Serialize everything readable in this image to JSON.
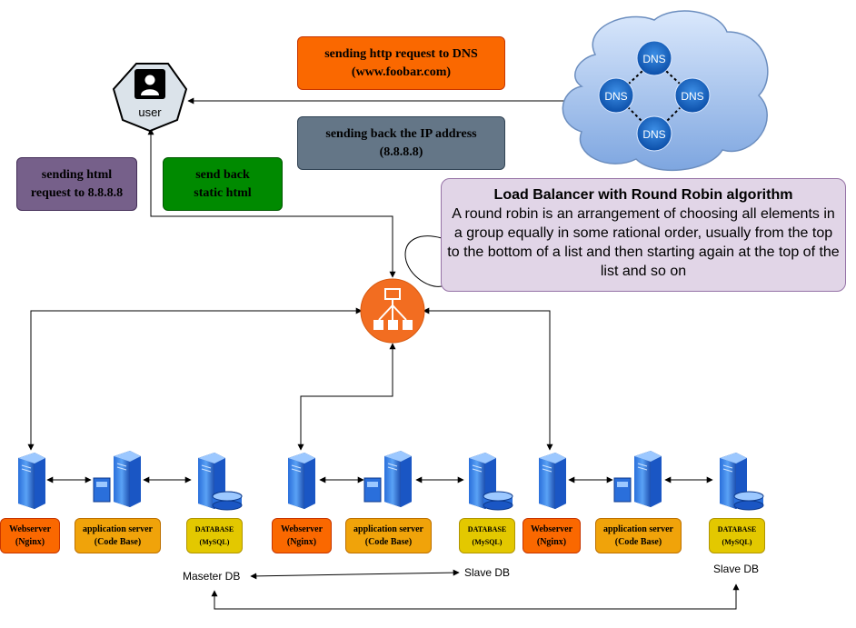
{
  "user": {
    "label": "user"
  },
  "dns": {
    "nodes": [
      "DNS",
      "DNS",
      "DNS",
      "DNS"
    ]
  },
  "messages": {
    "http_request": [
      "sending http request to DNS",
      "(www.foobar.com)"
    ],
    "ip_back": [
      "sending back the IP address",
      "(8.8.8.8)"
    ],
    "html_request": [
      "sending html",
      "request to 8.8.8.8"
    ],
    "static_html": [
      "send back",
      "static html"
    ]
  },
  "note": {
    "title": "Load Balancer with Round Robin algorithm",
    "body": "A round robin is an arrangement of choosing all elements in a group equally in some rational order, usually from the top to the bottom of a list and then starting again at the top of the list and so on"
  },
  "servers": [
    {
      "webserver": [
        "Webserver",
        "(Nginx)"
      ],
      "app": [
        "application server",
        "(Code Base)"
      ],
      "database": [
        "DATABASE",
        "(MySQL)"
      ],
      "db_label": "Maseter DB"
    },
    {
      "webserver": [
        "Webserver",
        "(Nginx)"
      ],
      "app": [
        "application server",
        "(Code Base)"
      ],
      "database": [
        "DATABASE",
        "(MySQL)"
      ],
      "db_label": "Slave DB"
    },
    {
      "webserver": [
        "Webserver",
        "(Nginx)"
      ],
      "app": [
        "application server",
        "(Code Base)"
      ],
      "database": [
        "DATABASE",
        "(MySQL)"
      ],
      "db_label": "Slave DB"
    }
  ],
  "colors": {
    "orange": "#fa6800",
    "gray": "#647687",
    "purple": "#76608a",
    "green": "#008a00",
    "webserver": "#fa6800",
    "app": "#f0a30a",
    "db": "#e3c800",
    "note": "#e1d5e7",
    "balancer": "#f26d21"
  }
}
